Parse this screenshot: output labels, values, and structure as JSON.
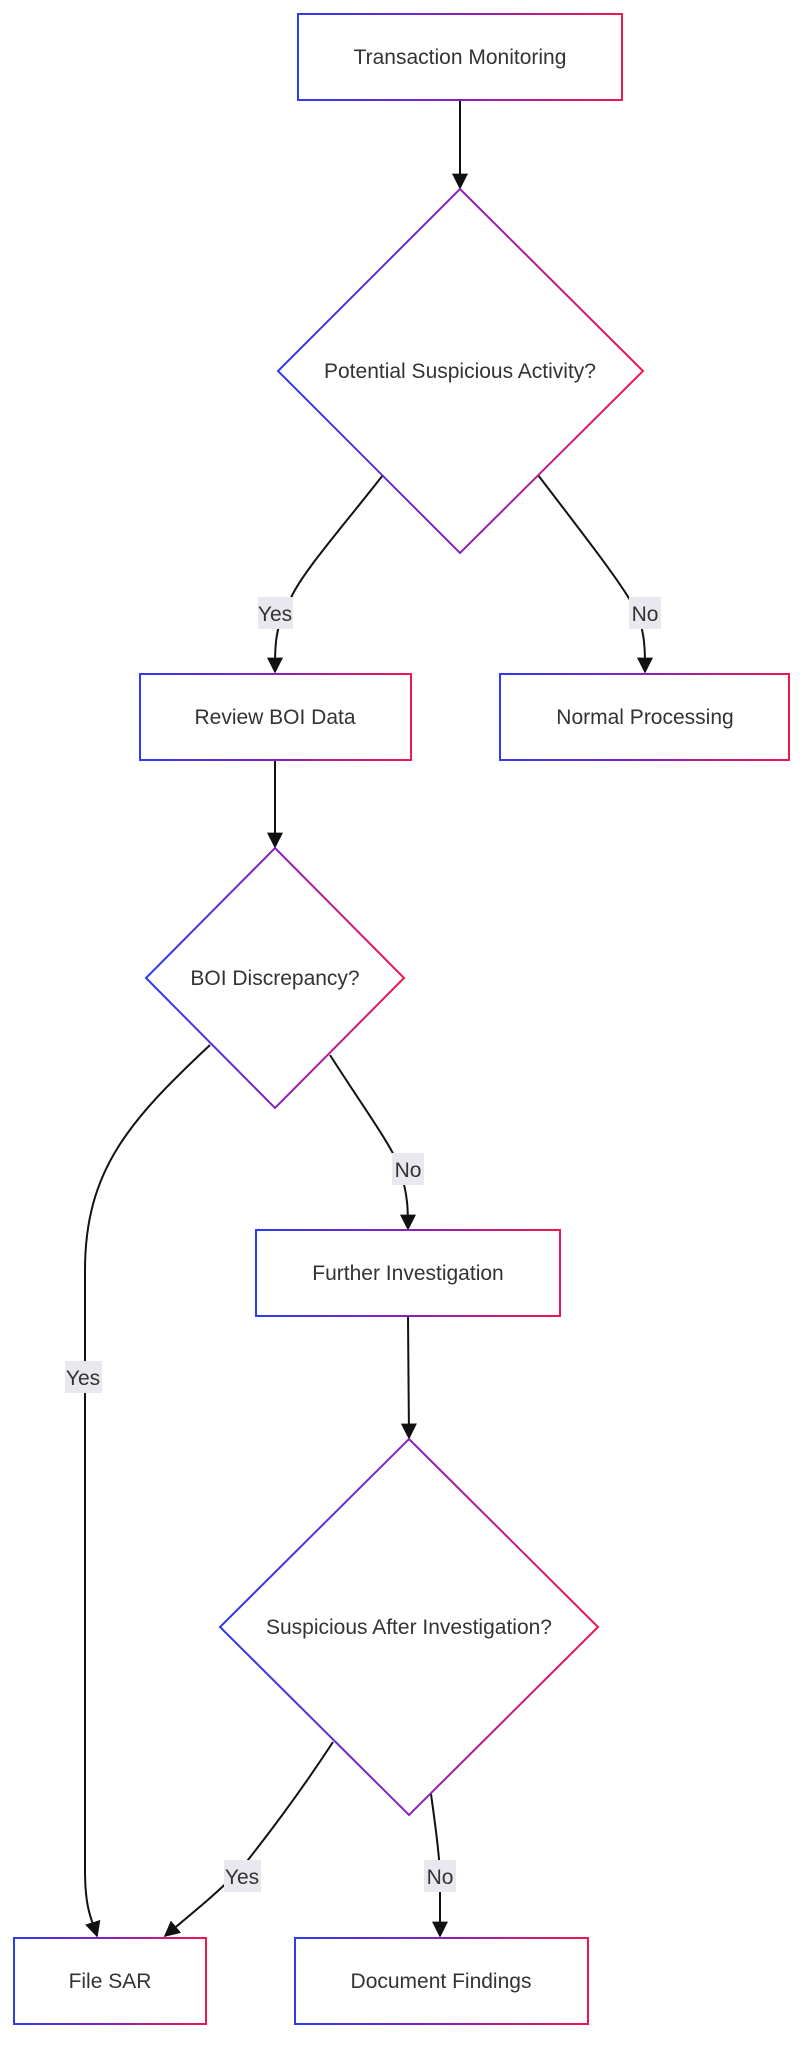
{
  "diagram": {
    "nodes": {
      "transaction_monitoring": "Transaction Monitoring",
      "potential_suspicious": "Potential Suspicious Activity?",
      "review_boi": "Review BOI Data",
      "normal_processing": "Normal Processing",
      "boi_discrepancy": "BOI Discrepancy?",
      "further_investigation": "Further Investigation",
      "suspicious_after": "Suspicious After Investigation?",
      "file_sar": "File SAR",
      "document_findings": "Document Findings"
    },
    "edge_labels": {
      "yes_1": "Yes",
      "no_1": "No",
      "yes_2": "Yes",
      "no_2": "No",
      "yes_3": "Yes",
      "no_3": "No"
    },
    "colors": {
      "border_gradient_start": "#2b3cf0",
      "border_gradient_mid": "#8a1fc0",
      "border_gradient_end": "#f0164f",
      "edge_stroke": "#111111",
      "edge_label_bg": "#e8e8ee",
      "text": "#333333"
    }
  }
}
